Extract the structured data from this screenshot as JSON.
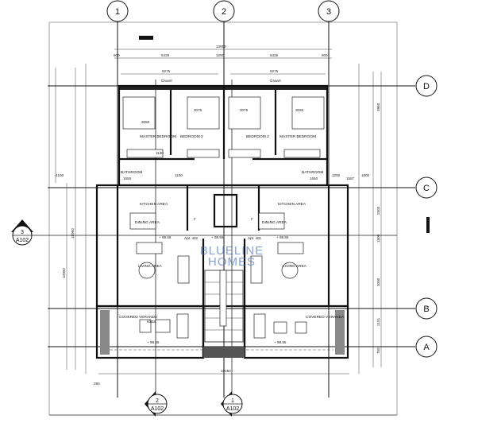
{
  "grid": {
    "columns": [
      "1",
      "2",
      "3"
    ],
    "rows": [
      "D",
      "C",
      "B",
      "A"
    ]
  },
  "sections": [
    {
      "number": "3",
      "sheet": "A102"
    },
    {
      "number": "2",
      "sheet": "A102"
    },
    {
      "number": "1",
      "sheet": "A102"
    }
  ],
  "dimensions": {
    "overall_top": "13950",
    "top_segments": [
      "600",
      "5425",
      "1250",
      "5425",
      "600"
    ],
    "gravel_widths": [
      "6275",
      "6275"
    ],
    "overall_bottom": "10450",
    "bottom_offset": "290",
    "left_overall": "18950",
    "left_lower": "10050",
    "left_upper": "4100",
    "right_segments": [
      "3950",
      "2500",
      "1800",
      "3000",
      "2151",
      "750"
    ],
    "bed_dims": [
      "3050",
      "3075",
      "3075",
      "3050"
    ],
    "misc": [
      "1130",
      "1650",
      "1100",
      "1650",
      "1250",
      "1587",
      "1800"
    ]
  },
  "labels": {
    "gravel": "Gravel",
    "master_bedroom": "MASTER BEDROOM",
    "bedroom_2": "BEDROOM 2",
    "bathroom": "BATHROOM",
    "kitchen_area": "KITCHEN AREA",
    "dining_area": "DINING AREA",
    "living_area": "LIVING AREA",
    "covered_veranda_left": "COVERED VERANDA",
    "covered_veranda_left_sub": "8103",
    "covered_veranda_right": "COVERED VERANDA",
    "apt_left": "Apt. 402",
    "apt_right": "Apt. 401",
    "level": "+ 98.55",
    "fridge": "F"
  },
  "watermark": {
    "line1": "BLUELINE",
    "line2": "HOMES",
    "color": "#4a6fb0"
  }
}
